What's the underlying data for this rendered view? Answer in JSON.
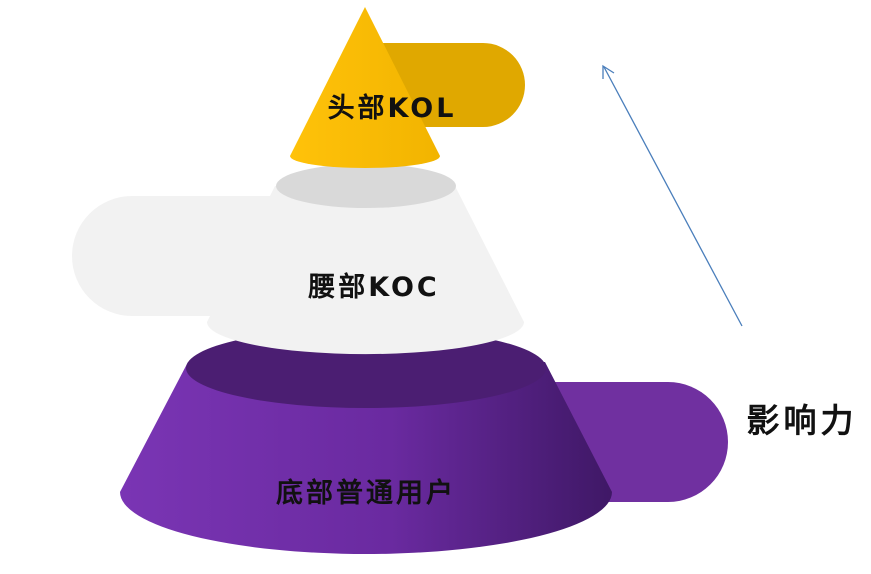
{
  "tiers": [
    {
      "label": "头部KOL",
      "color": "#FFC000",
      "tab_color": "#E0A800"
    },
    {
      "label": "腰部KOC",
      "color": "#F2F2F2",
      "tab_color": "#F2F2F2",
      "top_color": "#D9D9D9"
    },
    {
      "label": "底部普通用户",
      "color": "#7030A0",
      "tab_color": "#7030A0",
      "top_color": "#4B1E72"
    }
  ],
  "axis": {
    "label": "影响力",
    "arrow_color": "#4A7EBB"
  },
  "text_color": "#111111"
}
